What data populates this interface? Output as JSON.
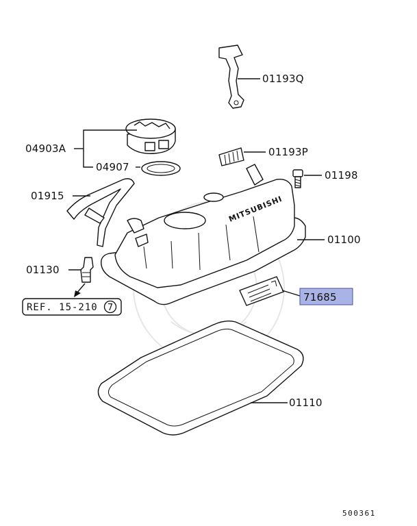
{
  "parts": [
    {
      "id": "p01193Q",
      "label": "01193Q",
      "highlighted": false
    },
    {
      "id": "p04903A",
      "label": "04903A",
      "highlighted": false
    },
    {
      "id": "p04907",
      "label": "04907",
      "highlighted": false
    },
    {
      "id": "p01193P",
      "label": "01193P",
      "highlighted": false
    },
    {
      "id": "p01198",
      "label": "01198",
      "highlighted": false
    },
    {
      "id": "p01915",
      "label": "01915",
      "highlighted": false
    },
    {
      "id": "p01100",
      "label": "01100",
      "highlighted": false
    },
    {
      "id": "p01130",
      "label": "01130",
      "highlighted": false
    },
    {
      "id": "p71685",
      "label": "71685",
      "highlighted": true
    },
    {
      "id": "p01110",
      "label": "01110",
      "highlighted": false
    }
  ],
  "reference": {
    "text": "REF. 15-210",
    "circled_number": "7"
  },
  "cover_brand_text": "MITSUBISHI",
  "diagram_code": "500361",
  "colors": {
    "highlight_fill": "#a9b3e6",
    "highlight_border": "#4a4f9a",
    "line": "#111111"
  }
}
